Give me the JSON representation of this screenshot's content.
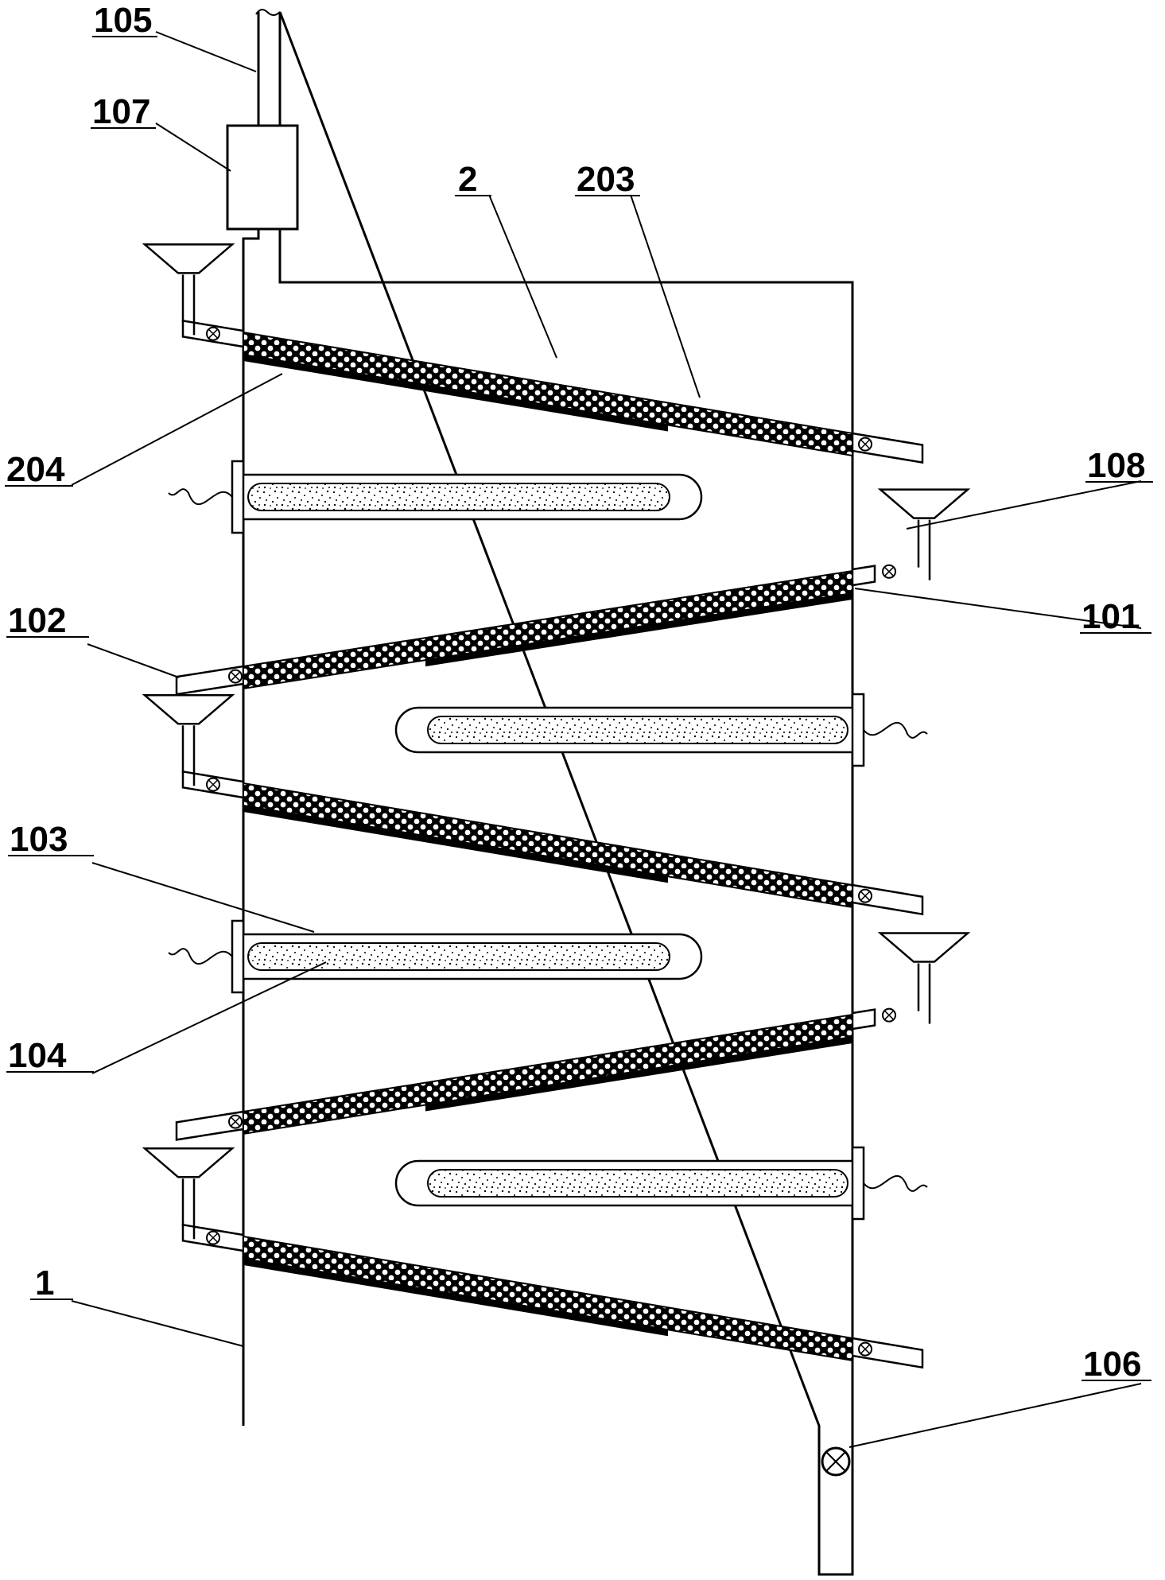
{
  "labels": {
    "l105": "105",
    "l107": "107",
    "l2": "2",
    "l203": "203",
    "l204": "204",
    "l108": "108",
    "l102": "102",
    "l101": "101",
    "l103": "103",
    "l104": "104",
    "l1": "1",
    "l106": "106"
  }
}
